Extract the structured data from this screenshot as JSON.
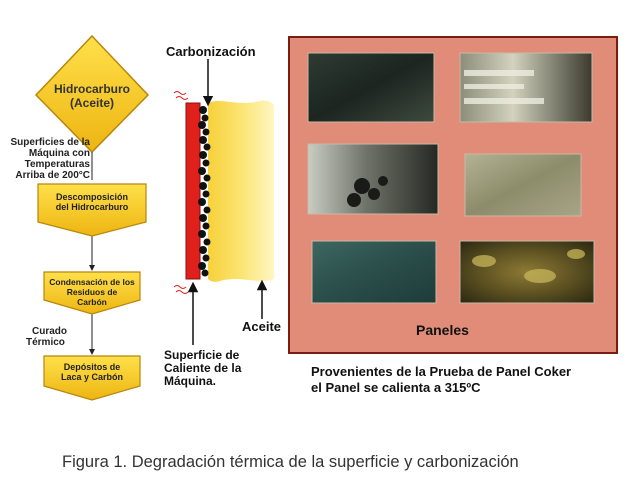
{
  "flowchart": {
    "diamond": {
      "line1": "Hidrocarburo",
      "line2": "(Aceite)"
    },
    "surface_note": {
      "line1": "Superficies de la",
      "line2": "Máquina con",
      "line3": "Temperaturas",
      "line4": "Arriba de 200°C"
    },
    "step1": {
      "line1": "Descomposición",
      "line2": "del Hidrocarburo"
    },
    "step2": {
      "line1": "Condensación de los",
      "line2": "Residuos de",
      "line3": "Carbón"
    },
    "cure_note": {
      "line1": "Curado",
      "line2": "Térmico"
    },
    "step3": {
      "line1": "Depósitos de",
      "line2": "Laca y Carbón"
    }
  },
  "diagram": {
    "carbon_label": "Carbonización",
    "oil_label": "Aceite",
    "surface_label": {
      "line1": "Superficie de",
      "line2": "Caliente de la",
      "line3": "Máquina."
    }
  },
  "panels": {
    "label": "Paneles",
    "caption_line1": "Provenientes de la Prueba de Panel Coker",
    "caption_line2": "el Panel se calienta a 315ºC"
  },
  "figure_caption": "Figura 1. Degradación térmica de la superficie y carbonización",
  "colors": {
    "flow_fill": "#F5C518",
    "flow_stroke": "#B8860B",
    "hot_surface": "#E0201B",
    "oil": "#F9DD55",
    "panel_bg": "#E08C79",
    "panel_border": "#7A1E12"
  }
}
